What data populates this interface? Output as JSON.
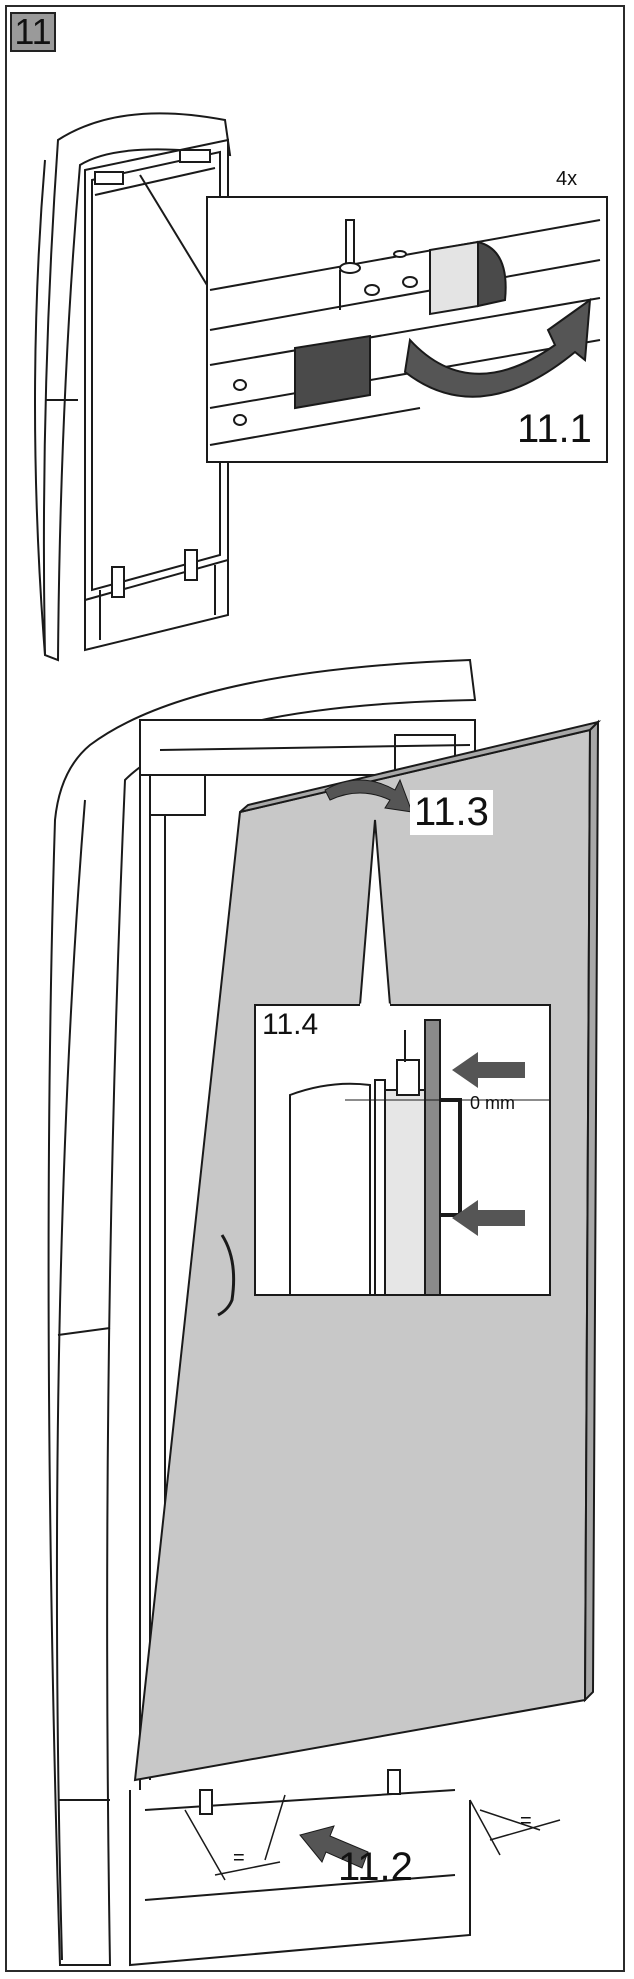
{
  "step": {
    "number": "11"
  },
  "labels": {
    "qty": "4x",
    "s111": "11.1",
    "s112": "11.2",
    "s113": "11.3",
    "s114": "11.4",
    "gap": "0 mm",
    "equal_left": "=",
    "equal_right": "="
  },
  "colors": {
    "line": "#1a1a1a",
    "panel_fill": "#c8c8c8",
    "panel_edge": "#a8a8a8",
    "dark_tab": "#4a4a4a",
    "light_tab": "#e4e4e4",
    "arrow": "#555555"
  }
}
